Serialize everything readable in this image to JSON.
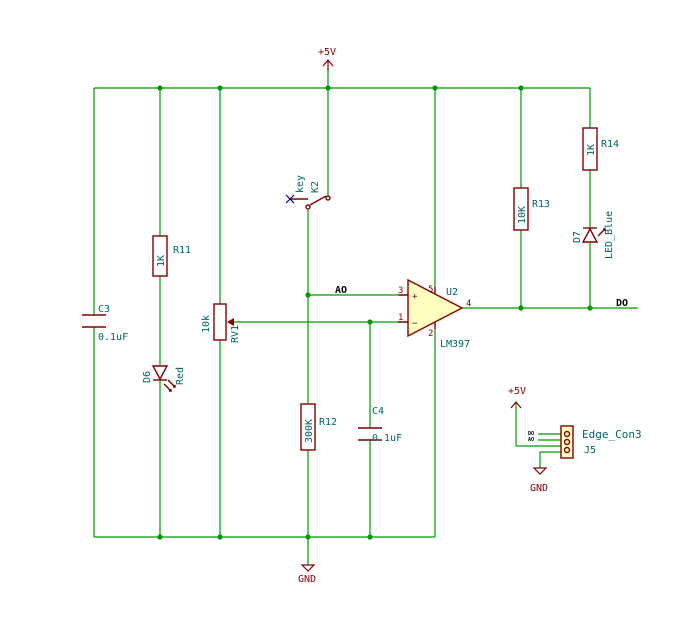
{
  "power": {
    "vcc_top": "+5V",
    "gnd_bottom": "GND",
    "vcc_conn": "+5V",
    "gnd_conn": "GND"
  },
  "components": {
    "c3": {
      "ref": "C3",
      "value": "0.1uF"
    },
    "r11": {
      "ref": "R11",
      "value": "1K"
    },
    "d6": {
      "ref": "D6",
      "value": "Red"
    },
    "rv1": {
      "ref": "RV1",
      "value": "10k"
    },
    "k2": {
      "ref": "K2",
      "value": "key"
    },
    "r12": {
      "ref": "R12",
      "value": "300K"
    },
    "c4": {
      "ref": "C4",
      "value": "0.1uF"
    },
    "u2": {
      "ref": "U2",
      "value": "LM397",
      "pin_plus": "+",
      "pin_minus": "−",
      "pin3": "3",
      "pin1": "1",
      "pin5": "5",
      "pin2": "2",
      "pin4": "4"
    },
    "r13": {
      "ref": "R13",
      "value": "10K"
    },
    "r14": {
      "ref": "R14",
      "value": "1K"
    },
    "d7": {
      "ref": "D7",
      "value": "LED_Blue"
    },
    "j5": {
      "ref": "J5",
      "value": "Edge_Con3",
      "pin_d0": "DO",
      "pin_a0": "AO"
    }
  },
  "nets": {
    "a0": "AO",
    "d0": "DO"
  },
  "colors": {
    "wire": "#009900",
    "part": "#840000",
    "body_fill": "#ffffc2",
    "label": "#006464"
  }
}
